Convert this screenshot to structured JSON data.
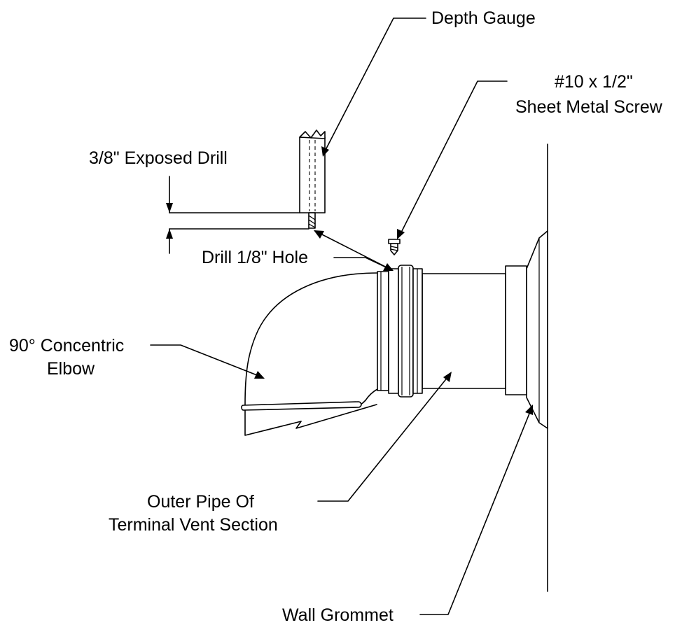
{
  "labels": {
    "depth_gauge": "Depth Gauge",
    "screw_line1": "#10 x 1/2\"",
    "screw_line2": "Sheet Metal Screw",
    "exposed_drill": "3/8\" Exposed Drill",
    "drill_hole": "Drill 1/8\" Hole",
    "elbow_line1": "90° Concentric",
    "elbow_line2": "Elbow",
    "outer_pipe_line1": "Outer Pipe Of",
    "outer_pipe_line2": "Terminal Vent Section",
    "wall_grommet": "Wall Grommet"
  }
}
